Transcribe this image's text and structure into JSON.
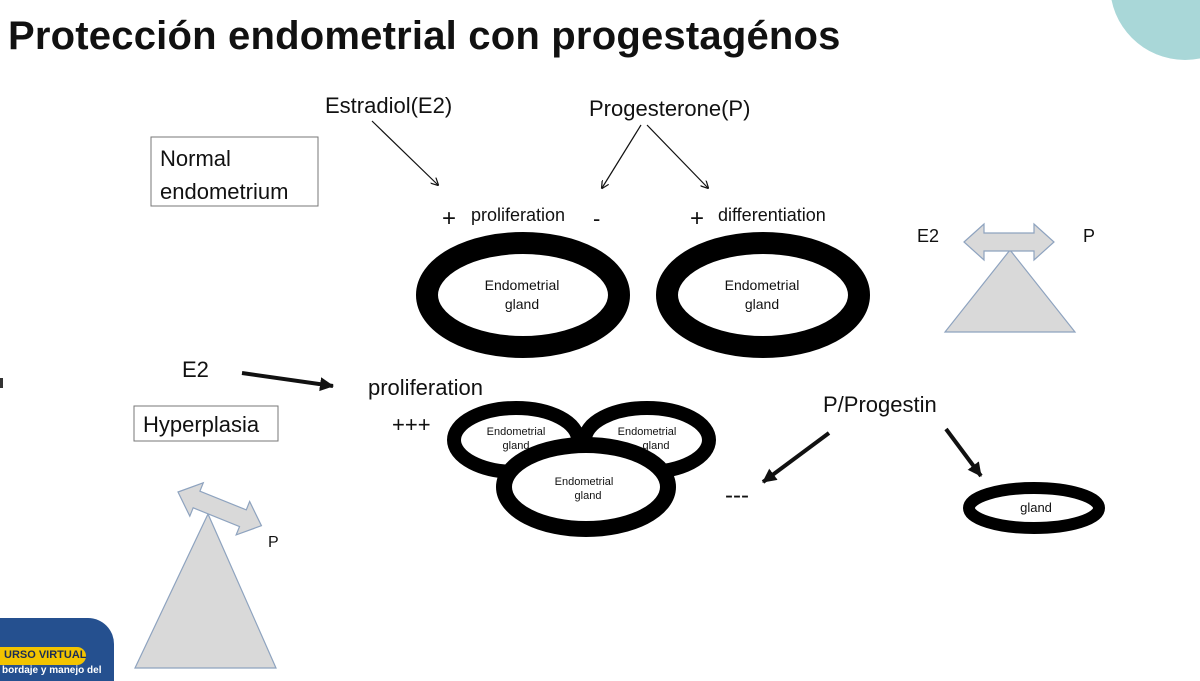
{
  "title": "Protección endometrial con progestagénos",
  "labels": {
    "estradiol": "Estradiol(E2)",
    "progesterone": "Progesterone(P)",
    "normal_line1": "Normal",
    "normal_line2": "endometrium",
    "plus1": "+",
    "proliferation": "proliferation",
    "minus": "-",
    "plus2": "+",
    "differentiation": "differentiation",
    "gland_line1": "Endometrial",
    "gland_line2": "gland",
    "e2_balance": "E2",
    "p_balance": "P",
    "e2_hyper": "E2",
    "hyperplasia": "Hyperplasia",
    "proliferation_big": "proliferation",
    "plus_three": "+++",
    "p_progestin": "P/Progestin",
    "minus_three": "---",
    "gland_small": "gland",
    "p_hyper": "P"
  },
  "badge": {
    "pill": "URSO VIRTUAL",
    "subtitle": "bordaje y manejo del"
  },
  "colors": {
    "ring": "#000000",
    "shape_fill": "#d9d9d9",
    "shape_stroke": "#8ea3bf",
    "badge_blue": "#25508f",
    "badge_yellow": "#f2c400",
    "corner_teal": "#a9d7d8"
  }
}
